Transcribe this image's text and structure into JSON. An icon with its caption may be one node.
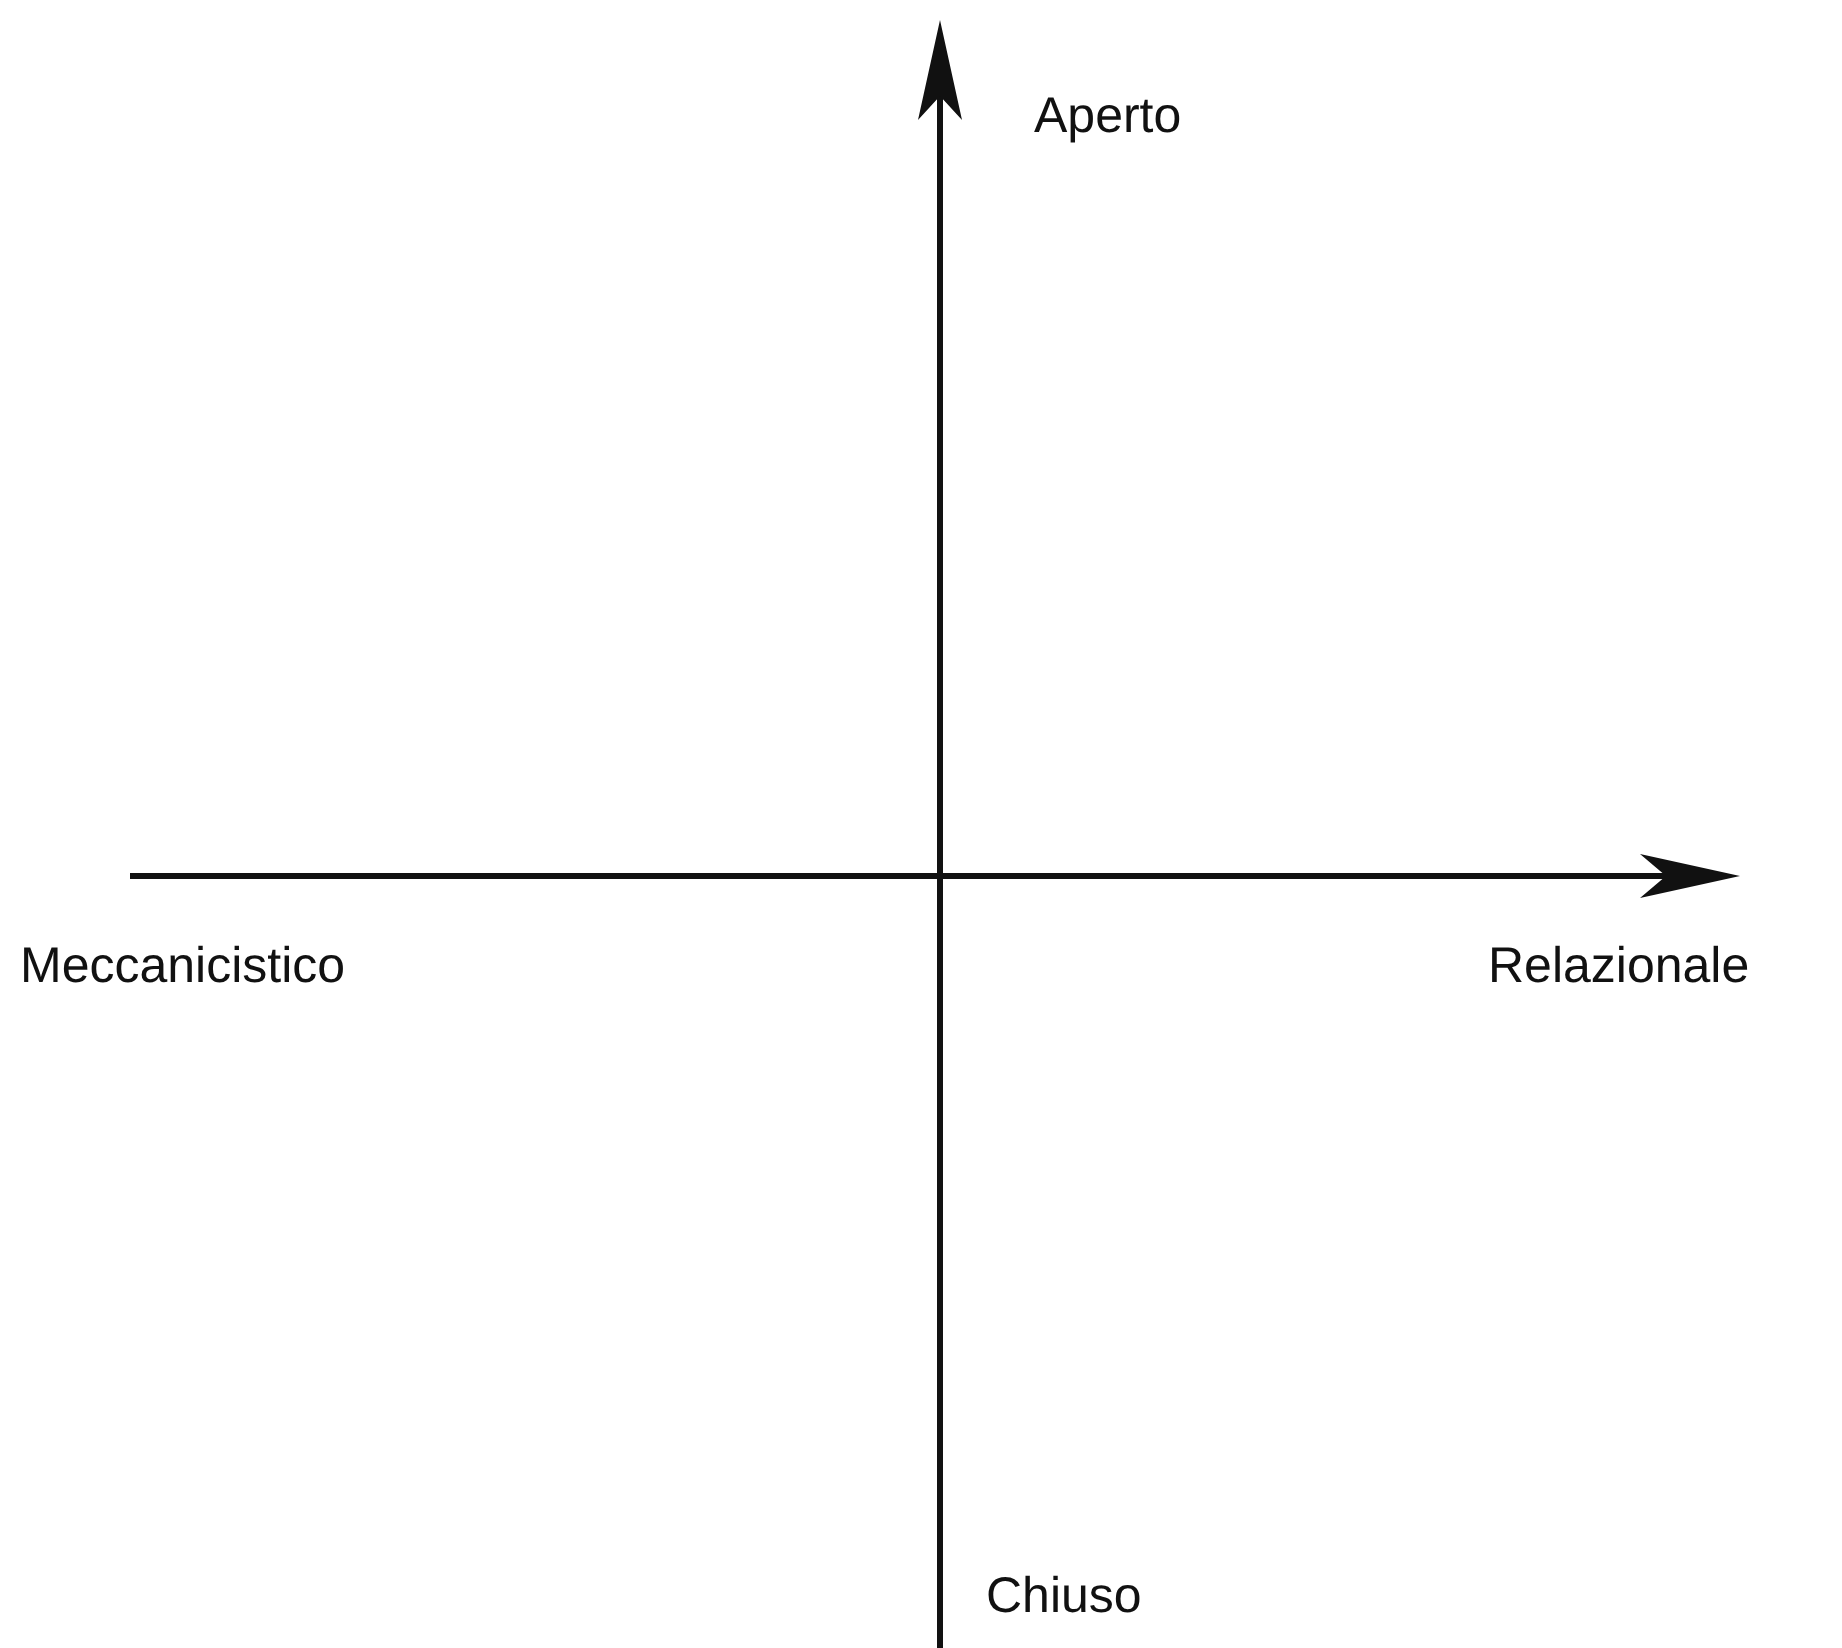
{
  "diagram": {
    "labels": [
      "Aperto",
      "Meccanicistico",
      "Relazionale",
      "Chiuso"
    ]
  }
}
